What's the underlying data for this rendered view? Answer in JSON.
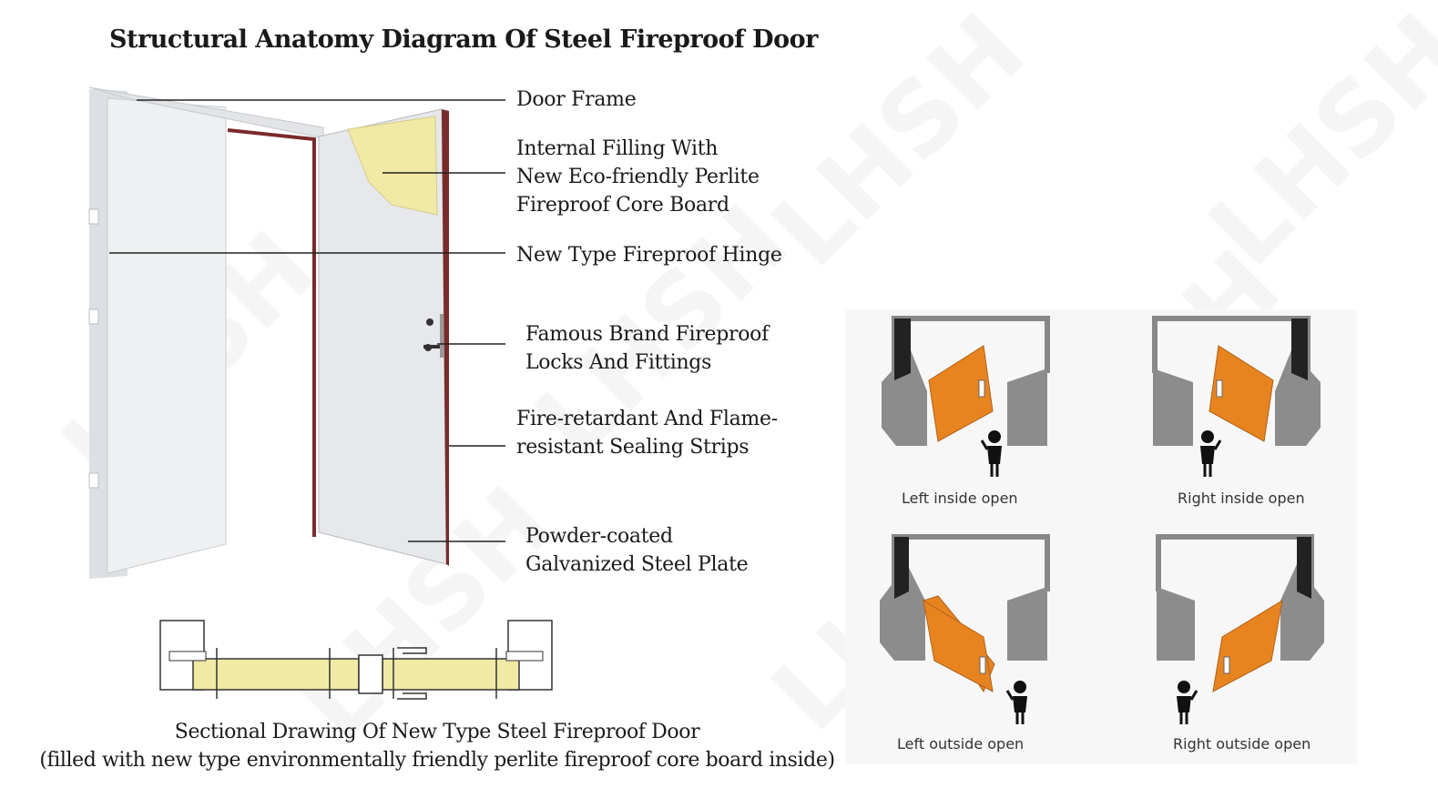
{
  "title": "Structural Anatomy Diagram Of Steel Fireproof Door",
  "callouts": {
    "door_frame": [
      "Door Frame"
    ],
    "internal_filling": [
      "Internal Filling With",
      "New Eco-friendly Perlite",
      "Fireproof Core Board"
    ],
    "hinge": [
      "New Type Fireproof Hinge"
    ],
    "locks": [
      "Famous Brand Fireproof",
      "Locks And Fittings"
    ],
    "sealing": [
      "Fire-retardant And Flame-",
      "resistant Sealing Strips"
    ],
    "steel_plate": [
      "Powder-coated",
      "Galvanized Steel Plate"
    ]
  },
  "section_caption": {
    "line1": "Sectional Drawing Of New Type Steel Fireproof Door",
    "line2": "(filled with new type environmentally friendly perlite fireproof core board inside)"
  },
  "openings": {
    "left_inside": "Left inside open",
    "right_inside": "Right inside open",
    "left_outside": "Left outside open",
    "right_outside": "Right outside open"
  },
  "watermark": "LHSH",
  "colors": {
    "door_orange": "#e8841f",
    "wall_gray": "#8c8c8c",
    "core_yellow": "#f1e9a6",
    "frame_red": "#7a2a2a"
  }
}
